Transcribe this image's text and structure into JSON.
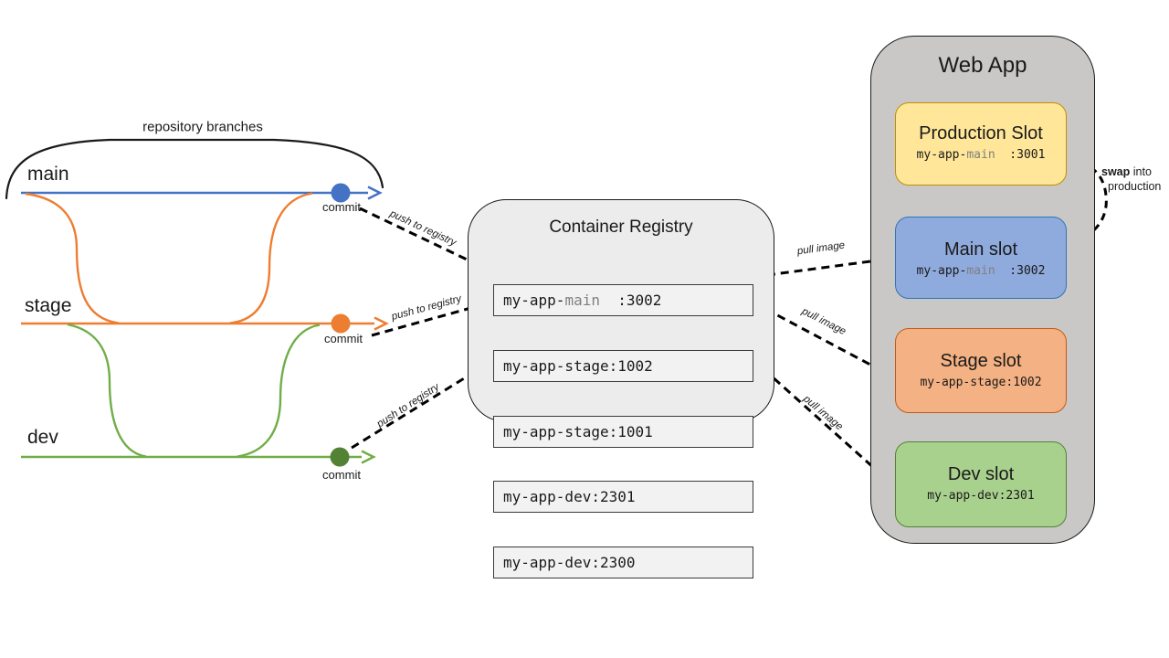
{
  "colors": {
    "branch_main": "#4472C4",
    "branch_stage": "#ED7D31",
    "branch_dev": "#70AD47",
    "dev_commit_dot": "#548235",
    "slot_production_fill": "#FFE699",
    "slot_production_border": "#BF9000",
    "slot_main_fill": "#8FAADC",
    "slot_main_border": "#2E75B6",
    "slot_stage_fill": "#F4B183",
    "slot_stage_border": "#C55A11",
    "slot_dev_fill": "#A9D18E",
    "slot_dev_border": "#538135",
    "registry_fill": "#ECECEC",
    "registry_row_fill": "#F3F2F2",
    "webapp_fill": "#C9C8C6",
    "arrow_color": "#000000",
    "gray_text": "#808080"
  },
  "repo": {
    "brace_label": "repository branches",
    "branches": [
      {
        "name": "main",
        "commit": "commit",
        "color": "#4472C4",
        "dot_color": "#4472C4"
      },
      {
        "name": "stage",
        "commit": "commit",
        "color": "#ED7D31",
        "dot_color": "#ED7D31"
      },
      {
        "name": "dev",
        "commit": "commit",
        "color": "#70AD47",
        "dot_color": "#548235"
      }
    ],
    "push_labels": [
      "push to registry",
      "push to registry",
      "push to registry"
    ]
  },
  "registry": {
    "title": "Container Registry",
    "rows": [
      {
        "pre": "my-app-",
        "mid": "main",
        "post": "  :3002"
      },
      {
        "pre": "my-app-stage:1002",
        "mid": "",
        "post": ""
      },
      {
        "pre": "my-app-stage:1001",
        "mid": "",
        "post": ""
      },
      {
        "pre": "my-app-dev:2301",
        "mid": "",
        "post": ""
      },
      {
        "pre": "my-app-dev:2300",
        "mid": "",
        "post": ""
      }
    ]
  },
  "pull_labels": [
    "pull image",
    "pull image",
    "pull image"
  ],
  "webapp": {
    "title": "Web App",
    "slots": [
      {
        "heading": "Production Slot",
        "pre": "my-app-",
        "mid": "main",
        "post": "  :3001"
      },
      {
        "heading": "Main slot",
        "pre": "my-app-",
        "mid": "main",
        "post": "  :3002"
      },
      {
        "heading": "Stage slot",
        "pre": "my-app-stage:1002",
        "mid": "",
        "post": ""
      },
      {
        "heading": "Dev slot",
        "pre": "my-app-dev:2301",
        "mid": "",
        "post": ""
      }
    ]
  },
  "swap": {
    "bold": "swap",
    "rest": " into",
    "line2": "production"
  }
}
